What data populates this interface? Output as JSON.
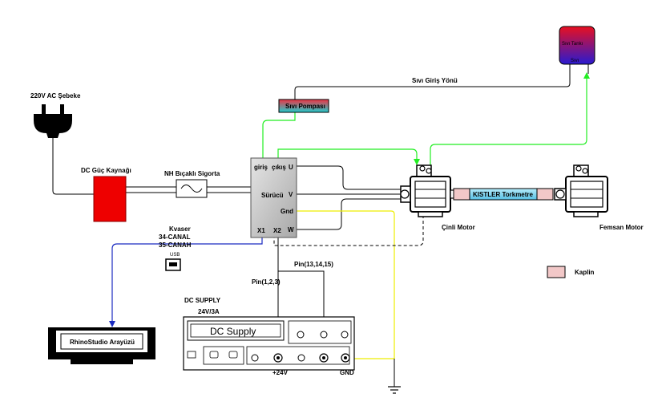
{
  "labels": {
    "mains": "220V AC Şebeke",
    "dc_power": "DC  Güç Kaynağı",
    "fuse": "NH Bıçaklı Sigorta",
    "driver": "Sürücü",
    "driver_in": "giriş",
    "driver_out": "çıkış",
    "pin_u": "U",
    "pin_v": "V",
    "pin_w": "W",
    "pin_gnd": "Gnd",
    "pin_x1": "X1",
    "pin_x2": "X2",
    "pump": "Sıvı Pompası",
    "tank_top": "Sıvı Tankı",
    "tank_bottom": "Sıvı",
    "flow_dir": "Sıvı Giriş Yönü",
    "kvaser_1": "Kvaser",
    "kvaser_2": "34-CANAL",
    "kvaser_3": "35-CANAH",
    "usb": "USB",
    "rhino": "RhinoStudio Arayüzü",
    "dc_supply_1": "DC SUPPLY",
    "dc_supply_2": "24V/3A",
    "dc_supply_display": "DC Supply",
    "plus24": "+24V",
    "gnd": "GND",
    "pin123": "Pin(1,2,3)",
    "pin131415": "Pin(13,14,15)",
    "motor_cinli": "Çinli Motor",
    "motor_femsan": "Femsan Motor",
    "kistler": "KISTLER Torkmetre",
    "coupling": "Kaplin"
  },
  "colors": {
    "dc_power": "#ee0000",
    "pump_top": "#ee3344",
    "pump_bottom": "#22cccc",
    "tank_top": "#e81020",
    "tank_bottom": "#2020c8",
    "green_line": "#22ee22",
    "yellow_line": "#eeee00",
    "blue_line": "#1a2ac0",
    "kistler": "#7fd4f0",
    "coupling": "#f2c8c8",
    "driver": "#c8c8c8"
  }
}
